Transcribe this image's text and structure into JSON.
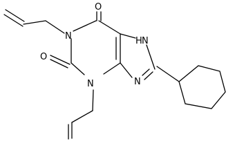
{
  "molecule": {
    "atoms": {
      "o6": "O",
      "n1": "N",
      "n7h": "H",
      "n7": "N",
      "o2": "O",
      "n9": "N",
      "n3": "N"
    }
  },
  "colors": {
    "bond": "#000000",
    "background": "#ffffff"
  }
}
